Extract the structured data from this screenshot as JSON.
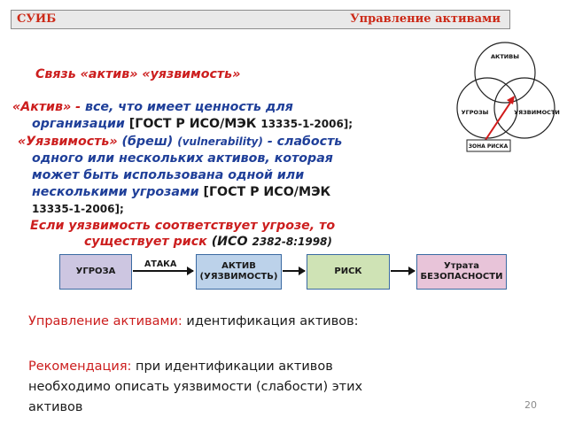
{
  "header": {
    "left": "СУИБ",
    "right": "Управление активами"
  },
  "title": "Связь «актив» «уязвимость»",
  "asset_def": {
    "term": "«Актив» -",
    "text1": " все, что имеет ценность для",
    "line2": "организации ",
    "ref_a": "[ГОСТ Р ИСО/МЭК ",
    "ref_b": "13335-1-2006];"
  },
  "vuln_def": {
    "term": "«Уязвимость» ",
    "line1_b": "(бреш",
    "line1_c": ") ",
    "line1_d": "(vulnerability)",
    "line1_e": " - слабость",
    "line2": "одного или нескольких активов, которая",
    "line3": "может быть использована одной или",
    "line4_a": "несколькими угрозами ",
    "line4_b": "[ГОСТ Р ИСО/МЭК",
    "line5": "13335-1-2006];"
  },
  "risk_rule": {
    "line1": "Если уязвимость соответствует угрозе, то",
    "line2_a": "существует риск ",
    "line2_b": "(ИСО ",
    "line2_c": "2382-8:1998)"
  },
  "flow": {
    "threat": "УГРОЗА",
    "attack": "АТАКА",
    "asset_line1": "АКТИВ",
    "asset_line2": "(УЯЗВИМОСТЬ)",
    "risk": "РИСК",
    "loss_line1": "Утрата",
    "loss_line2": "БЕЗОПАСНОСТИ"
  },
  "venn": {
    "assets": "АКТИВЫ",
    "threats": "УГРОЗЫ",
    "vulns": "УЯЗВИМОСТИ",
    "zone": "ЗОНА РИСКА"
  },
  "management": {
    "label": "Управление активами:",
    "text": " идентификация активов:"
  },
  "recommendation": {
    "label": "Рекомендация:",
    "text1": " при идентификации активов",
    "line2": "необходимо описать уязвимости (слабости) этих",
    "line3": "активов"
  },
  "page_number": "20",
  "colors": {
    "header_red": "#cc2a18",
    "accent_red": "#cc1e1e",
    "text_blue": "#1f3f99",
    "arrow_red": "#d11a1a"
  }
}
